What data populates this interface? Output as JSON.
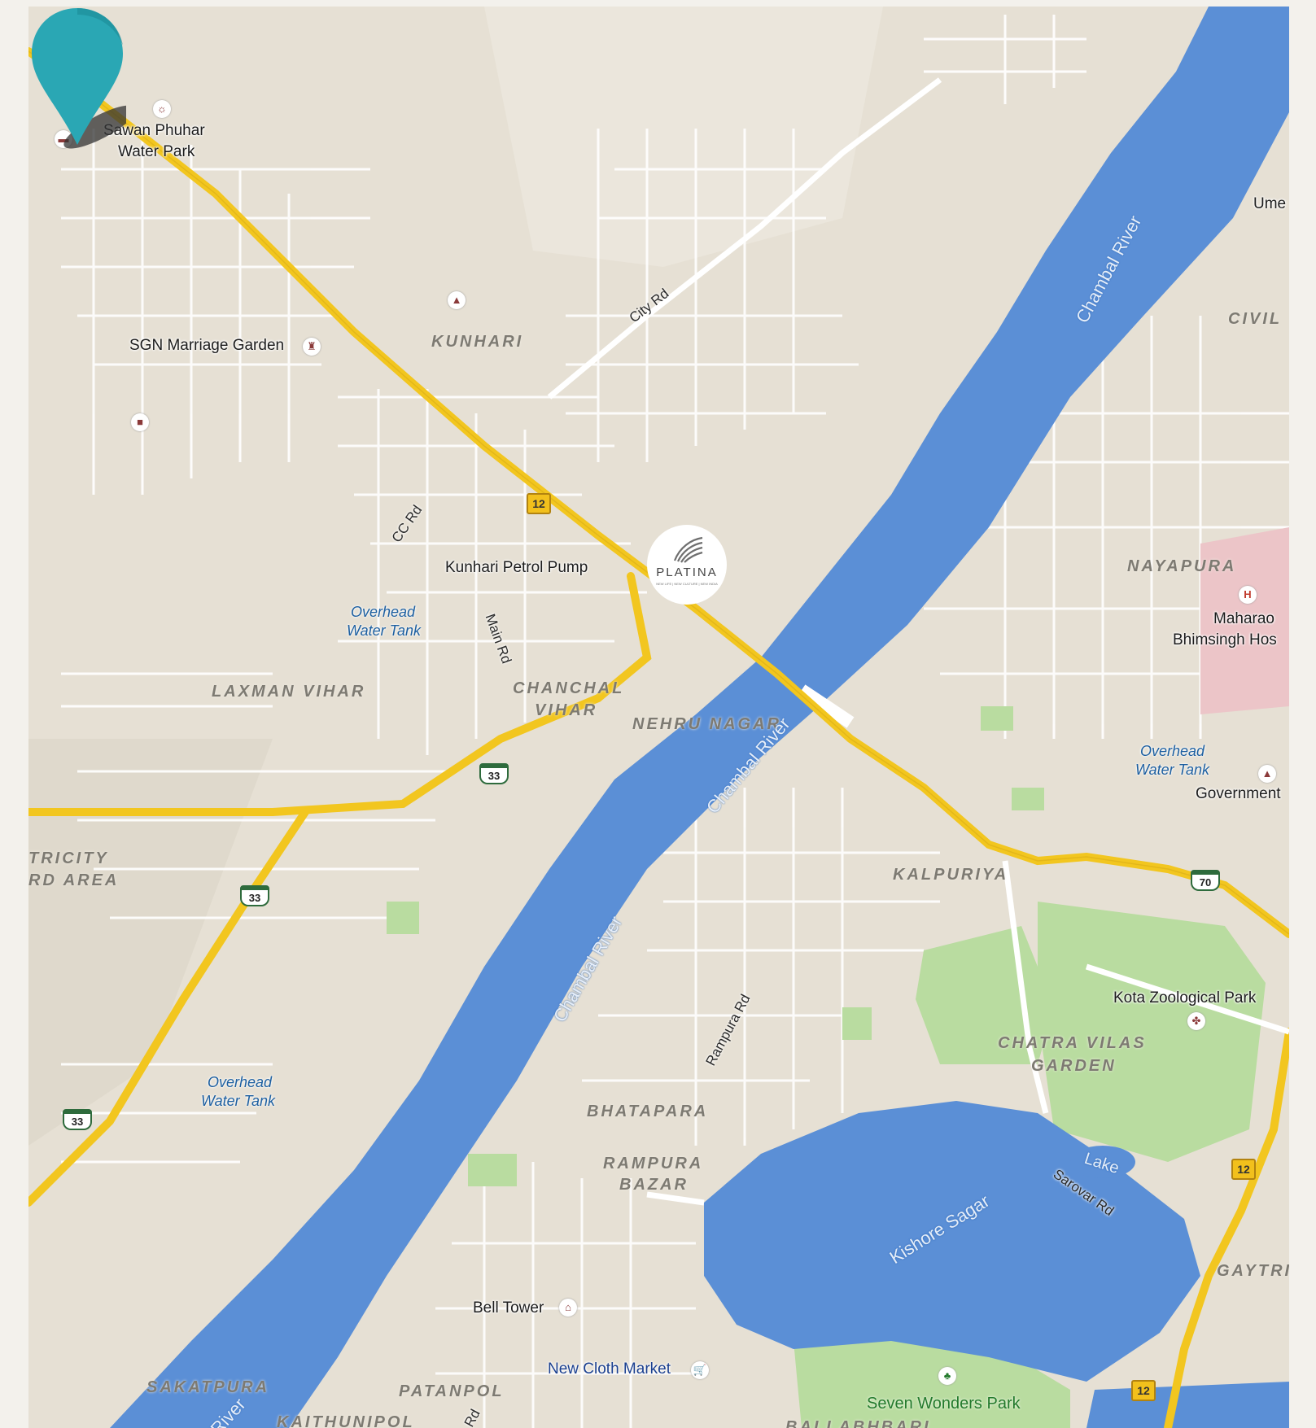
{
  "map": {
    "areas": {
      "kunhari": "KUNHARI",
      "laxman_vihar": "LAXMAN VIHAR",
      "chanchal_vihar_1": "CHANCHAL",
      "chanchal_vihar_2": "VIHAR",
      "nehru_nagar": "NEHRU NAGAR",
      "electricity_1": "TRICITY",
      "electricity_2": "RD AREA",
      "kalpuriya": "KALPURIYA",
      "nayapura": "NAYAPURA",
      "civil": "CIVIL",
      "chatra_vilas_1": "CHATRA VILAS",
      "chatra_vilas_2": "GARDEN",
      "bhatapara": "BHATAPARA",
      "rampura_bazar_1": "RAMPURA",
      "rampura_bazar_2": "BAZAR",
      "sakatpura": "SAKATPURA",
      "patanpol": "PATANPOL",
      "kaithunipol": "KAITHUNIPOL",
      "gaytri": "GAYTRI",
      "ballabhbari": "BALLABHBARI"
    },
    "places": {
      "water_park_1": "Sawan Phuhar",
      "water_park_2": "Water Park",
      "marriage_garden": "SGN Marriage Garden",
      "petrol_pump": "Kunhari Petrol Pump",
      "hospital_1": "Maharao",
      "hospital_2": "Bhimsingh Hos",
      "government": "Government",
      "zoo": "Kota Zoological Park",
      "bell_tower": "Bell Tower",
      "cloth_market": "New Cloth Market",
      "seven_wonders": "Seven Wonders Park",
      "ume": "Ume"
    },
    "water": {
      "tank_a_1": "Overhead",
      "tank_a_2": "Water Tank",
      "tank_b_1": "Overhead",
      "tank_b_2": "Water Tank",
      "tank_c_1": "Overhead",
      "tank_c_2": "Water Tank",
      "river_1": "Chambal River",
      "river_2": "Chambal River",
      "river_3": "Chambal River",
      "river_4": "River",
      "kishore_sagar": "Kishore Sagar",
      "lake": "Lake"
    },
    "roads": {
      "city_rd": "City Rd",
      "cc_rd": "CC Rd",
      "main_rd": "Main Rd",
      "rampura_rd": "Rampura Rd",
      "sarovar_rd": "Sarovar Rd",
      "patanpol_rd": "Rd"
    },
    "shields": {
      "nh70_a": "70",
      "nh70_b": "70",
      "nh33_a": "33",
      "nh33_b": "33",
      "nh33_c": "33",
      "sh12_a": "12",
      "sh12_b": "12",
      "sh12_c": "12"
    },
    "marker": {
      "brand": "PLATINA",
      "tagline": "NEW LIFE | NEW CULTURE | NEW INDIA",
      "color": "#2aa7b4"
    },
    "colors": {
      "land": "#e6e0d4",
      "water": "#5b8fd6",
      "highway": "#f2c61f",
      "park": "#b9dca0"
    }
  }
}
